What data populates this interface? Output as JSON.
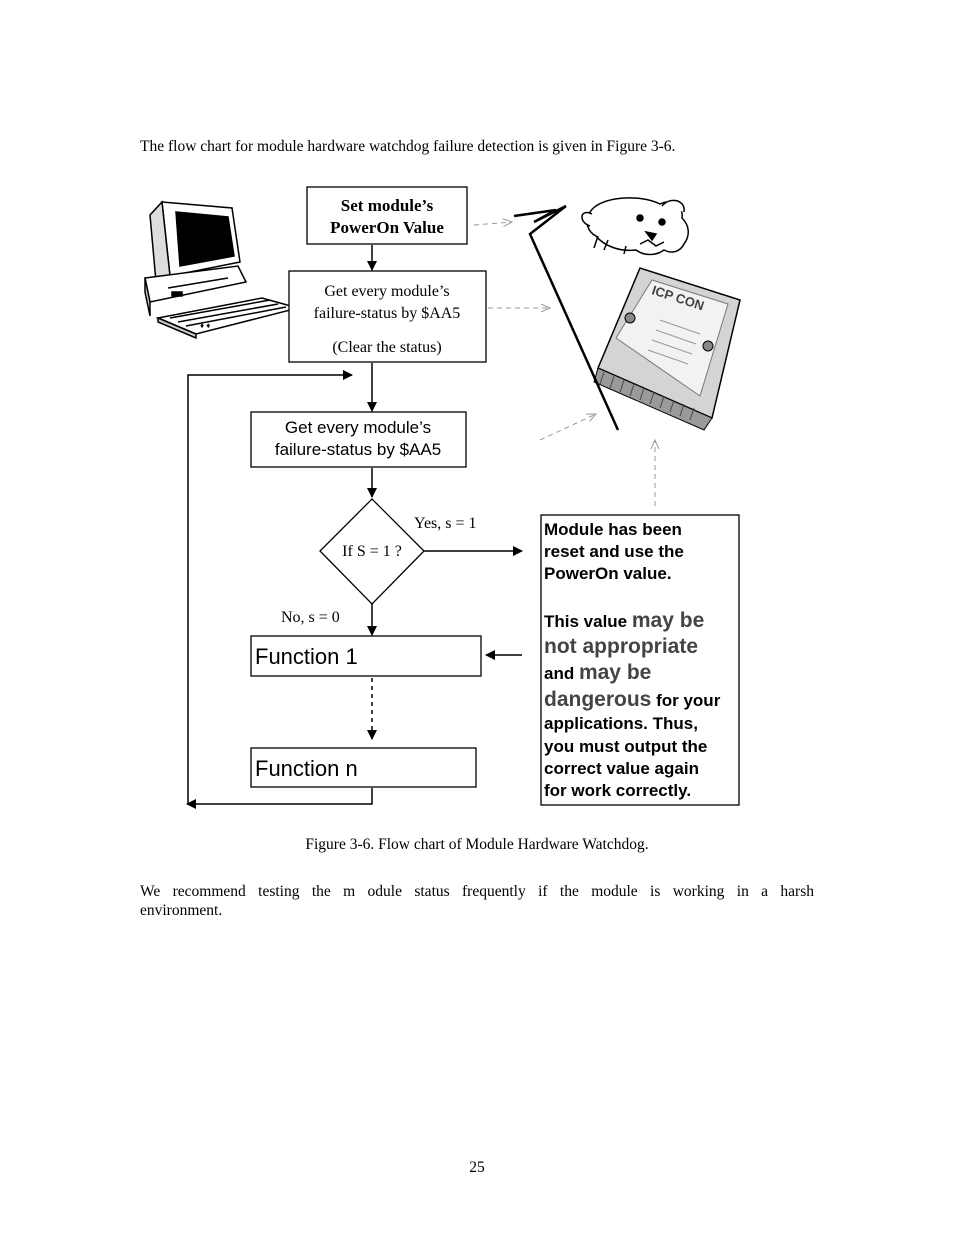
{
  "intro_text": "The flow chart for module hardware watchdog failure detection is given in Figure 3-6.",
  "flowchart": {
    "box_set_power_on": [
      "Set module’s",
      "PowerOn Value"
    ],
    "box_clear_status": [
      "Get every module’s",
      "failure-status by $AA5",
      "(Clear the status)"
    ],
    "box_get_status": [
      "Get every module’s",
      "failure-status by $AA5"
    ],
    "decision": "If S = 1 ?",
    "yes_label": "Yes, s = 1",
    "no_label": "No, s = 0",
    "function_1": "Function 1",
    "function_n": "Function n",
    "note": {
      "line1": "Module has been",
      "line2": "reset and use the",
      "line3": "PowerOn value.",
      "line4_a": "This value ",
      "line4_b": "may be",
      "line5": "not appropriate",
      "line6_a": "and ",
      "line6_b": "may be",
      "line7_a": "dangerous",
      "line7_b": " for your",
      "line8": "applications. Thus,",
      "line9": "you must output the",
      "line10": "correct value again",
      "line11": "for work correctly."
    },
    "module_logo": "ICP CON"
  },
  "caption": "Figure 3-6. Flow chart of Module Hardware Watchdog.",
  "paragraph": "We recommend testing the m odule status frequently if the module is working in a harsh environment.",
  "page_number": "25"
}
